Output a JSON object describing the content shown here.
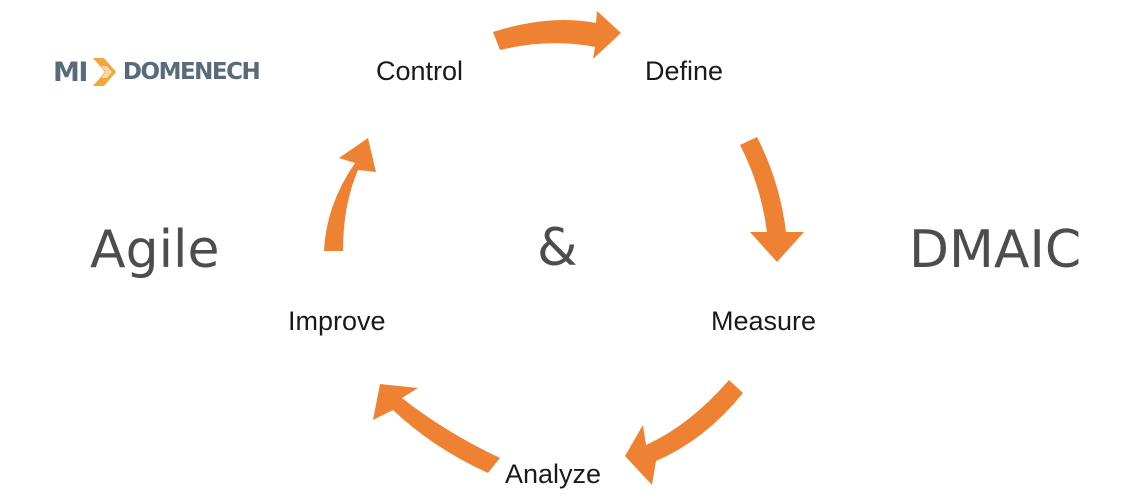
{
  "logo": {
    "part1": "MI",
    "part2": "DOMENECH",
    "mark_color": "#f0a73a",
    "text_color": "#596a79"
  },
  "title_left": "Agile",
  "title_center": "&",
  "title_right": "DMAIC",
  "cycle": {
    "arrow_color": "#ee8232",
    "steps": [
      "Define",
      "Measure",
      "Analyze",
      "Improve",
      "Control"
    ]
  }
}
